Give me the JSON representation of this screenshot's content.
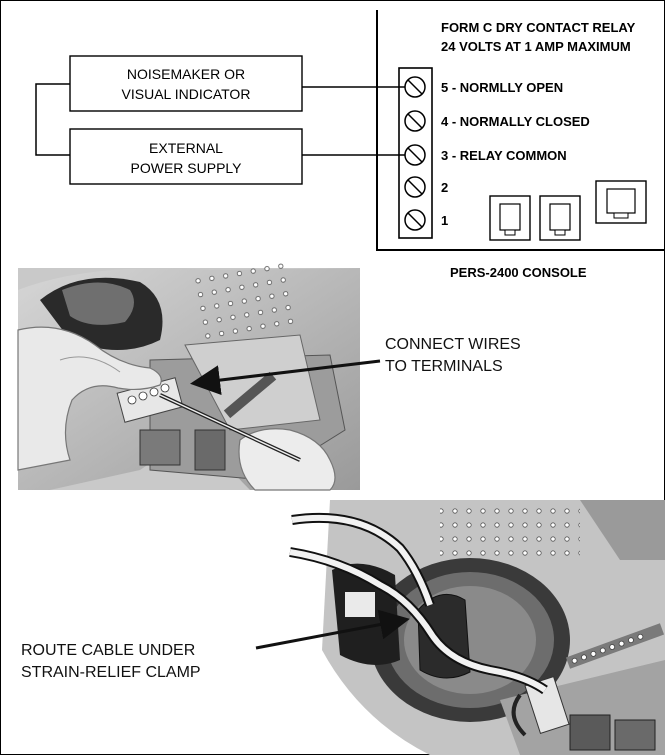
{
  "wiring_diagram": {
    "relay_title_line1": "FORM C DRY CONTACT RELAY",
    "relay_title_line2": "24 VOLTS AT 1 AMP MAXIMUM",
    "box_noisemaker_line1": "NOISEMAKER OR",
    "box_noisemaker_line2": "VISUAL INDICATOR",
    "box_power_line1": "EXTERNAL",
    "box_power_line2": "POWER SUPPLY",
    "terminals": [
      {
        "label": "5 - NORMLLY OPEN"
      },
      {
        "label": "4 - NORMALLY CLOSED"
      },
      {
        "label": "3 - RELAY COMMON"
      },
      {
        "label": "2"
      },
      {
        "label": "1"
      }
    ],
    "console_label": "PERS-2400 CONSOLE"
  },
  "photo_wires": {
    "callout_line1": "CONNECT WIRES",
    "callout_line2": "TO TERMINALS"
  },
  "photo_cable": {
    "callout_line1": "ROUTE CABLE UNDER",
    "callout_line2": "STRAIN-RELIEF CLAMP"
  }
}
